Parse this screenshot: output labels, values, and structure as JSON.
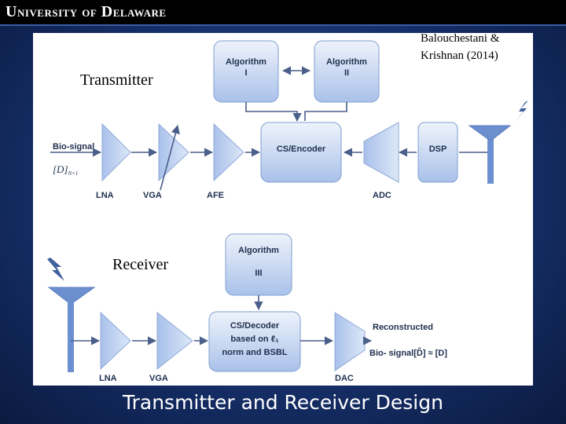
{
  "header": {
    "logo_text": "UNIVERSITY OF DELAWARE",
    "logo_part1": "U",
    "logo_part2": "NIVERSITY",
    "logo_part3": "OF",
    "logo_part4": "D",
    "logo_part5": "ELAWARE"
  },
  "citation": {
    "line1": "Balouchestani &",
    "line2": "Krishnan (2014)"
  },
  "transmitter": {
    "title": "Transmitter",
    "algo1": {
      "line1": "Algorithm",
      "line2": "I"
    },
    "algo2": {
      "line1": "Algorithm",
      "line2": "II"
    },
    "encoder": "CS/Encoder",
    "dsp": "DSP",
    "input_label": "Bio-signal",
    "input_math": "[D]",
    "input_math_sub": "N×1",
    "stages": [
      "LNA",
      "VGA",
      "AFE",
      "ADC"
    ]
  },
  "receiver": {
    "title": "Receiver",
    "algo3": {
      "line1": "Algorithm",
      "line2": "III"
    },
    "decoder": {
      "line1": "CS/Decoder",
      "line2": "based on ℓ₁",
      "line3": "norm and BSBL"
    },
    "output_line1": "Reconstructed",
    "output_line2": "Bio- signal[D̂] ≈ [D]",
    "stages": [
      "LNA",
      "VGA",
      "DAC"
    ]
  },
  "slide_title": "Transmitter and Receiver Design",
  "colors": {
    "box_top": "#eef3fb",
    "box_bottom": "#a9c1ea",
    "line": "#4a5f8a",
    "background": "#16306b"
  },
  "icons": [
    "antenna-icon",
    "lightning-icon",
    "amplifier-triangle-icon"
  ]
}
